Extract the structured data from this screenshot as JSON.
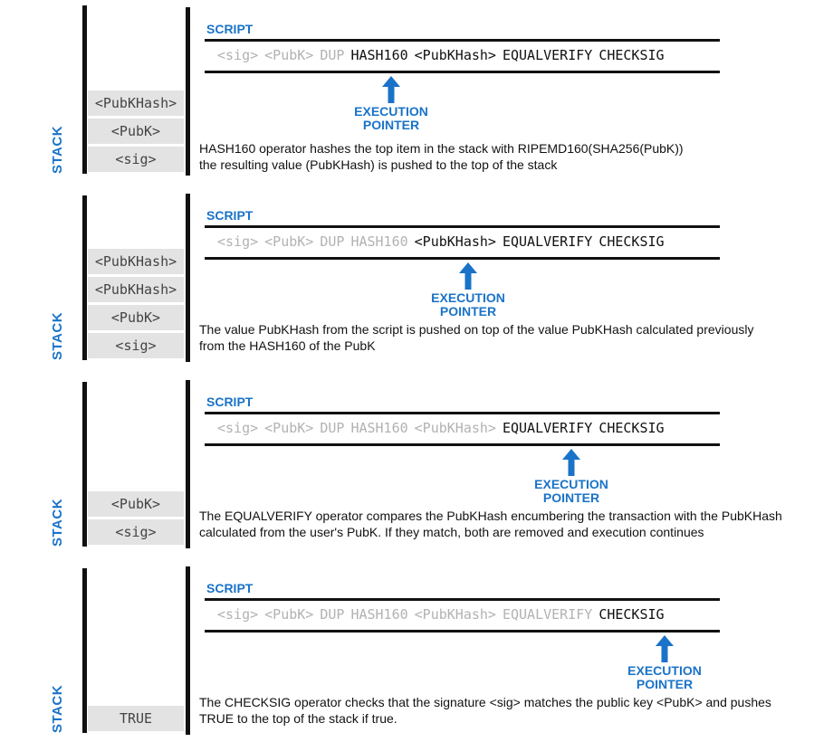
{
  "labels": {
    "stack": "STACK",
    "script": "SCRIPT",
    "pointer_line1": "EXECUTION",
    "pointer_line2": "POINTER"
  },
  "colors": {
    "accent": "#1a73c8",
    "executed": "#b2b2b2",
    "pending": "#111111",
    "stack_cell": "#e3e3e3"
  },
  "panels": [
    {
      "stack": [
        "<PubKHash>",
        "<PubK>",
        "<sig>"
      ],
      "script": [
        {
          "text": "<sig>",
          "executed": true
        },
        {
          "text": "<PubK>",
          "executed": true
        },
        {
          "text": "DUP",
          "executed": true
        },
        {
          "text": "HASH160",
          "executed": false
        },
        {
          "text": "<PubKHash>",
          "executed": false
        },
        {
          "text": "EQUALVERIFY",
          "executed": false
        },
        {
          "text": "CHECKSIG",
          "executed": false
        }
      ],
      "description": [
        "HASH160 operator hashes the top item in the stack with RIPEMD160(SHA256(PubK))",
        "the resulting value (PubKHash) is pushed to the top of the stack"
      ]
    },
    {
      "stack": [
        "<PubKHash>",
        "<PubKHash>",
        "<PubK>",
        "<sig>"
      ],
      "script": [
        {
          "text": "<sig>",
          "executed": true
        },
        {
          "text": "<PubK>",
          "executed": true
        },
        {
          "text": "DUP",
          "executed": true
        },
        {
          "text": "HASH160",
          "executed": true
        },
        {
          "text": "<PubKHash>",
          "executed": false
        },
        {
          "text": "EQUALVERIFY",
          "executed": false
        },
        {
          "text": "CHECKSIG",
          "executed": false
        }
      ],
      "description": [
        "The value PubKHash from the script is pushed on top of the value PubKHash calculated previously",
        "from the HASH160 of the PubK"
      ]
    },
    {
      "stack": [
        "<PubK>",
        "<sig>"
      ],
      "script": [
        {
          "text": "<sig>",
          "executed": true
        },
        {
          "text": "<PubK>",
          "executed": true
        },
        {
          "text": "DUP",
          "executed": true
        },
        {
          "text": "HASH160",
          "executed": true
        },
        {
          "text": "<PubKHash>",
          "executed": true
        },
        {
          "text": "EQUALVERIFY",
          "executed": false
        },
        {
          "text": "CHECKSIG",
          "executed": false
        }
      ],
      "description": [
        "The EQUALVERIFY operator compares the PubKHash encumbering the transaction with the PubKHash",
        "calculated from the user's PubK. If they match, both are removed and execution continues"
      ]
    },
    {
      "stack": [
        "TRUE"
      ],
      "script": [
        {
          "text": "<sig>",
          "executed": true
        },
        {
          "text": "<PubK>",
          "executed": true
        },
        {
          "text": "DUP",
          "executed": true
        },
        {
          "text": "HASH160",
          "executed": true
        },
        {
          "text": "<PubKHash>",
          "executed": true
        },
        {
          "text": "EQUALVERIFY",
          "executed": true
        },
        {
          "text": "CHECKSIG",
          "executed": false
        }
      ],
      "description": [
        "The CHECKSIG operator checks that the signature <sig> matches the public key <PubK> and pushes",
        "TRUE to the top of the stack if true."
      ]
    }
  ]
}
